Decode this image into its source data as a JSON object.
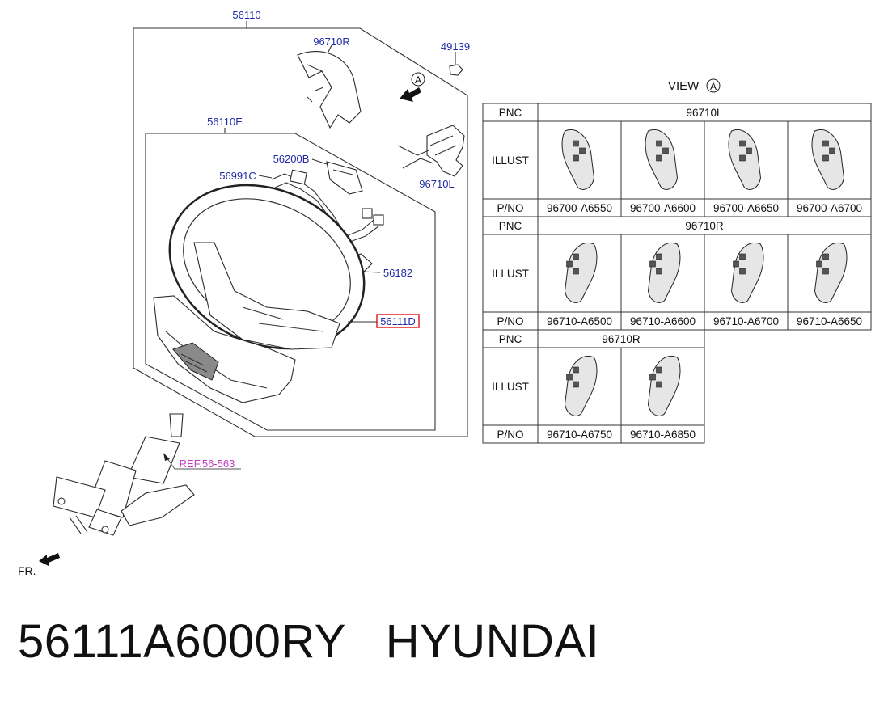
{
  "callouts": {
    "assembly": "56110",
    "paddle_right": "96710R",
    "nut": "49139",
    "view_marker": "A",
    "inner_assembly": "56110E",
    "module": "56200B",
    "wiring": "56991C",
    "switch_left": "96710L",
    "bracket": "56182",
    "wheel_body": "56111D",
    "ref": "REF.56-563",
    "front": "FR."
  },
  "view_title": "VIEW",
  "view_letter": "A",
  "table": {
    "sections": [
      {
        "pnc_label": "PNC",
        "pnc_value": "96710L",
        "illust_label": "ILLUST",
        "pno_label": "P/NO",
        "parts": [
          "96700-A6550",
          "96700-A6600",
          "96700-A6650",
          "96700-A6700"
        ]
      },
      {
        "pnc_label": "PNC",
        "pnc_value": "96710R",
        "illust_label": "ILLUST",
        "pno_label": "P/NO",
        "parts": [
          "96710-A6500",
          "96710-A6600",
          "96710-A6700",
          "96710-A6650"
        ]
      },
      {
        "pnc_label": "PNC",
        "pnc_value": "96710R",
        "illust_label": "ILLUST",
        "pno_label": "P/NO",
        "parts": [
          "96710-A6750",
          "96710-A6850"
        ]
      }
    ]
  },
  "caption": {
    "part_number": "56111A6000RY",
    "brand": "HYUNDAI"
  },
  "colors": {
    "callout_blue": "#1f2aa8",
    "ref_magenta": "#c23bc2",
    "highlight_red": "#e0202a"
  }
}
